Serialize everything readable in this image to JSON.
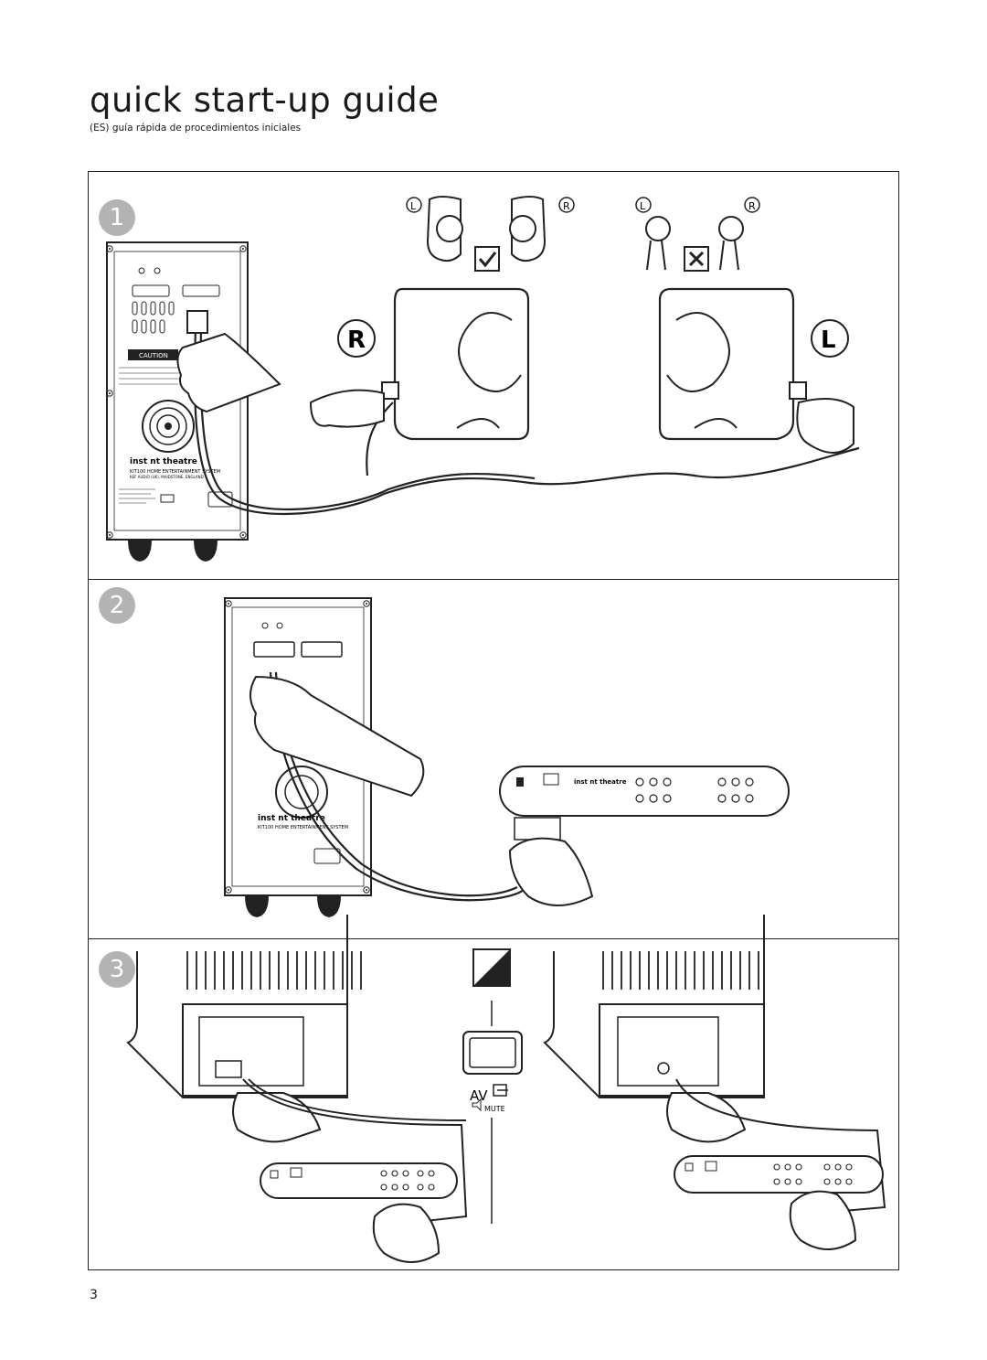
{
  "header": {
    "title": "quick start-up guide",
    "subtitle": "(ES) guía rápida de procedimientos iniciales"
  },
  "steps": [
    {
      "number": "1"
    },
    {
      "number": "2"
    },
    {
      "number": "3"
    }
  ],
  "step1": {
    "speaker_left_badge": "L",
    "speaker_right_badge": "R",
    "big_right_badge": "R",
    "big_left_badge": "L",
    "correct_icon": "check-icon",
    "incorrect_icon": "cross-icon",
    "panel_brand": "inst nt theatre",
    "panel_model": "KIT100 HOME ENTERTAINMENT SYSTEM",
    "panel_address": "KEF AUDIO (UK), MAIDSTONE, ENGLAND"
  },
  "step2": {
    "panel_brand": "inst nt theatre",
    "panel_model": "KIT100 HOME ENTERTAINMENT SYSTEM",
    "controller_brand": "inst nt theatre"
  },
  "step3": {
    "av_label": "AV",
    "mute_label": "MUTE"
  },
  "footer": {
    "page_number": "3"
  }
}
